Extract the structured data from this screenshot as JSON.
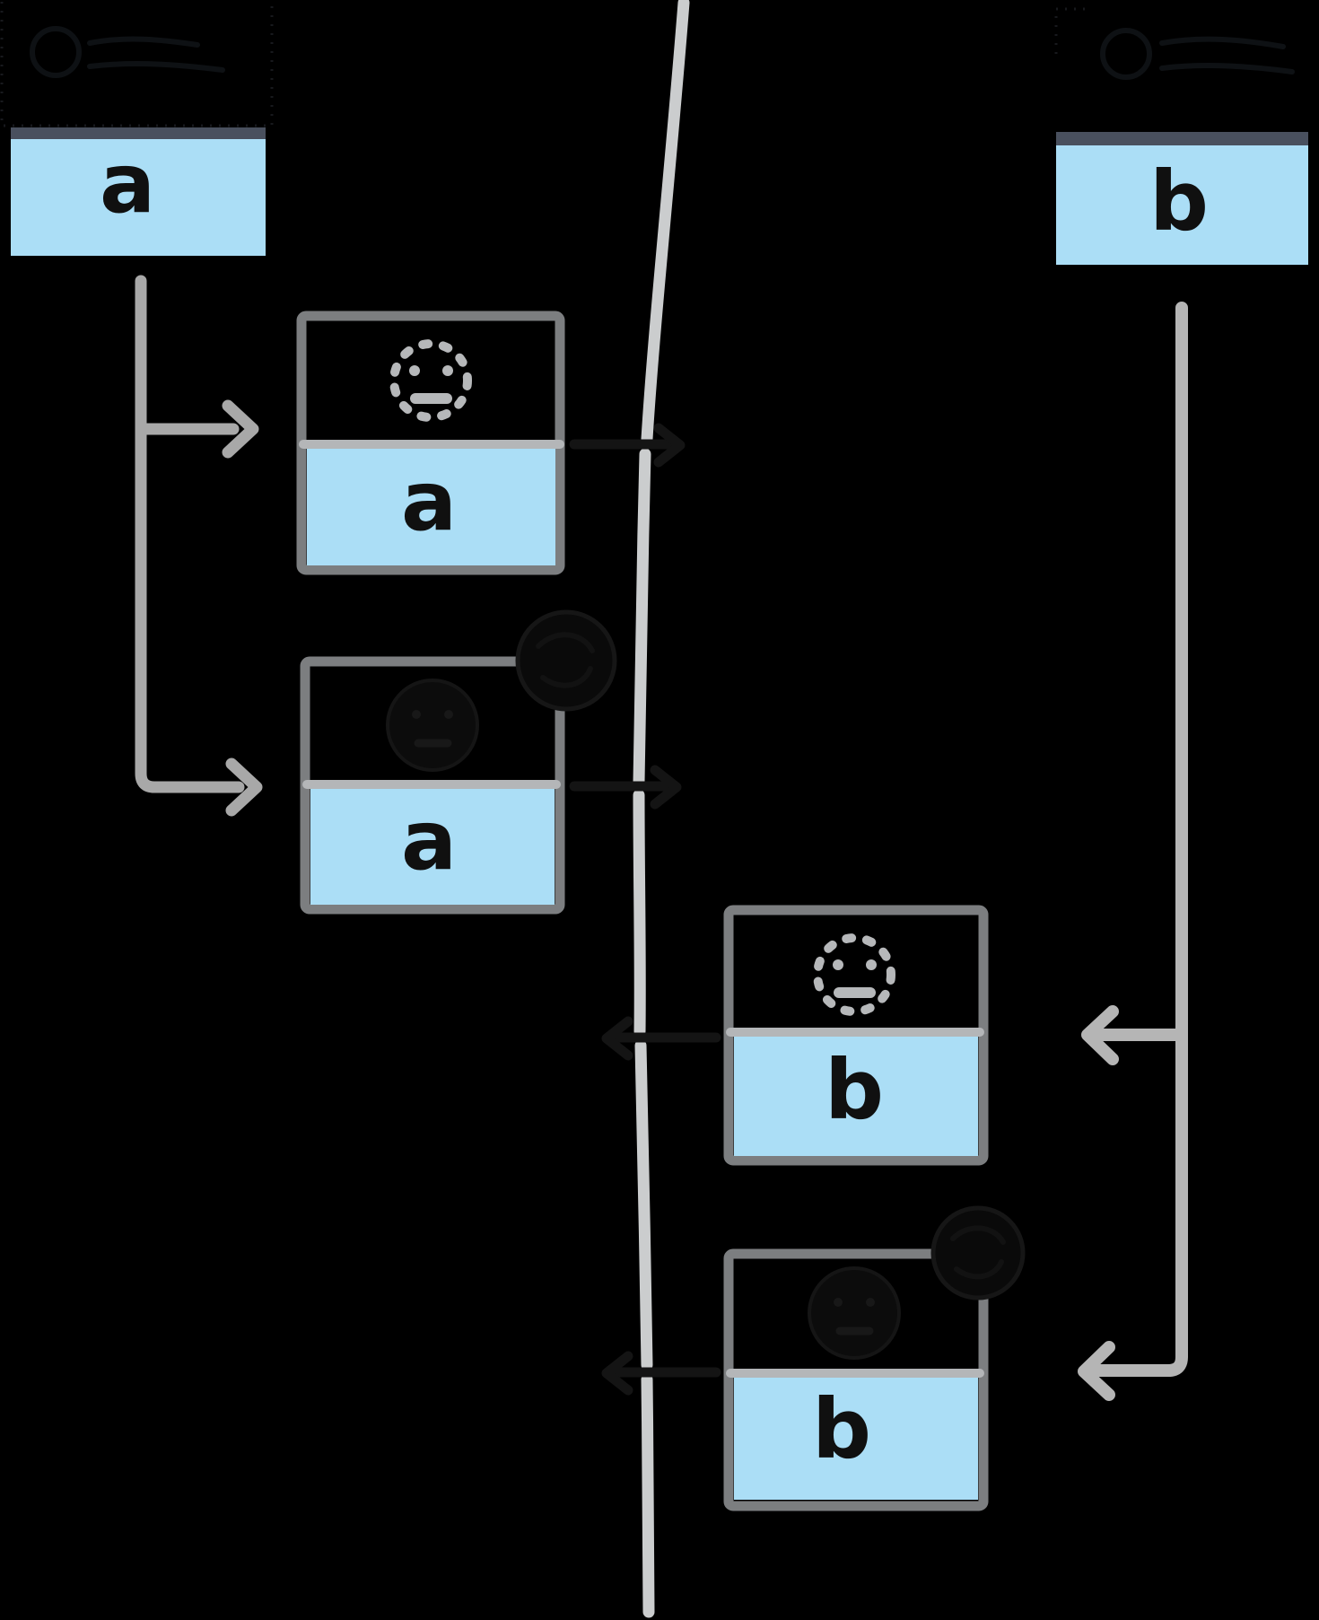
{
  "page": {
    "background": "#000000",
    "description_labels": {
      "file_a": "a",
      "file_b": "b",
      "commit_a1": "a",
      "commit_a2": "a",
      "commit_b1": "b",
      "commit_b2": "b"
    }
  },
  "colors": {
    "blue_fill": "#abdef6",
    "dark_strip": "#49505e",
    "box_border": "#7c7e80",
    "divider": "#b4b6b8",
    "timeline": "#cbcdce",
    "left_arrows": "#a8a8a8",
    "right_arrows": "#b5b5b5",
    "avatar_gray": "#b6b8ba",
    "ink": "#101010",
    "hidden_ink": "#141414",
    "hidden_edge": "#17191d"
  },
  "left": {
    "file_label": "a",
    "commit1_label": "a",
    "commit2_label": "a"
  },
  "right": {
    "file_label": "b",
    "commit1_label": "b",
    "commit2_label": "b"
  },
  "icons": {
    "commit1_left": "dashed-avatar-icon",
    "commit2_left": "hidden-avatar-icon",
    "commit1_right": "dashed-avatar-icon",
    "commit2_right": "hidden-avatar-icon",
    "corner_left": "scribble-badge-icon",
    "corner_right": "scribble-badge-icon"
  }
}
